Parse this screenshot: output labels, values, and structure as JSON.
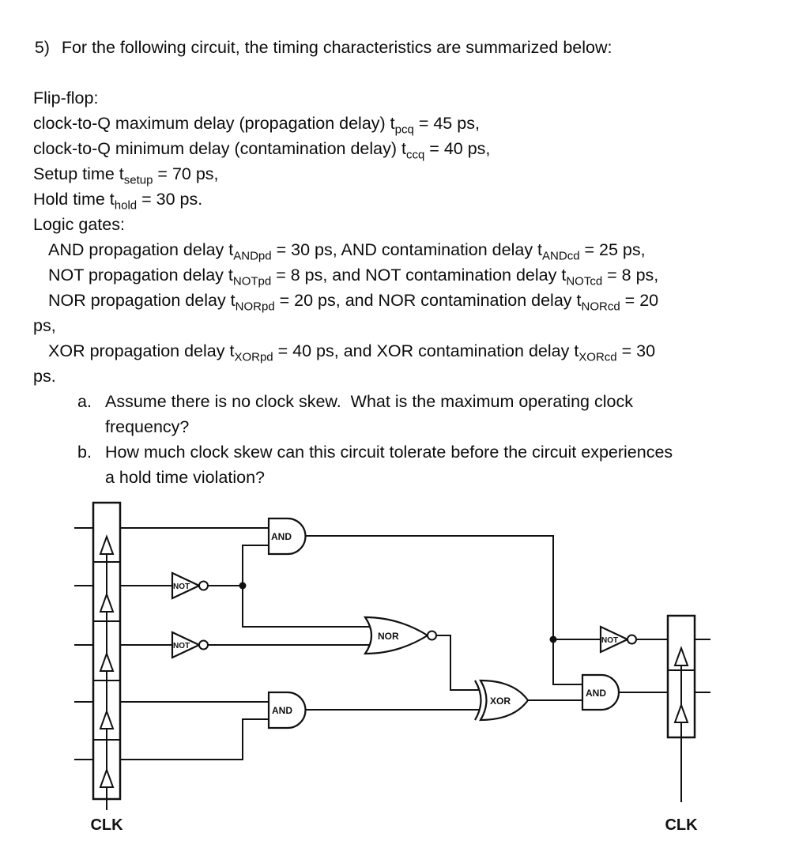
{
  "problem": {
    "number": "5)",
    "intro": "For the following circuit, the timing characteristics are summarized below:",
    "lines": [
      {
        "indent": 0,
        "segments": [
          {
            "t": "Flip-flop:"
          }
        ]
      },
      {
        "indent": 0,
        "segments": [
          {
            "t": "clock-to-Q maximum delay (propagation delay) t"
          },
          {
            "t": "pcq",
            "sub": true
          },
          {
            "t": " = 45 ps,"
          }
        ]
      },
      {
        "indent": 0,
        "segments": [
          {
            "t": "clock-to-Q minimum delay (contamination delay) t"
          },
          {
            "t": "ccq",
            "sub": true
          },
          {
            "t": " = 40 ps,"
          }
        ]
      },
      {
        "indent": 0,
        "segments": [
          {
            "t": "Setup time t"
          },
          {
            "t": "setup",
            "sub": true
          },
          {
            "t": " = 70 ps,"
          }
        ]
      },
      {
        "indent": 0,
        "segments": [
          {
            "t": "Hold time t"
          },
          {
            "t": "hold",
            "sub": true
          },
          {
            "t": " = 30 ps."
          }
        ]
      },
      {
        "indent": 0,
        "segments": [
          {
            "t": "Logic gates:"
          }
        ]
      },
      {
        "indent": 1,
        "segments": [
          {
            "t": "AND propagation delay t"
          },
          {
            "t": "ANDpd",
            "sub": true
          },
          {
            "t": " = 30 ps, AND contamination delay t"
          },
          {
            "t": "ANDcd",
            "sub": true
          },
          {
            "t": " = 25 ps,"
          }
        ]
      },
      {
        "indent": 1,
        "segments": [
          {
            "t": "NOT propagation delay t"
          },
          {
            "t": "NOTpd",
            "sub": true
          },
          {
            "t": " = 8 ps, and NOT contamination delay t"
          },
          {
            "t": "NOTcd",
            "sub": true
          },
          {
            "t": " = 8 ps,"
          }
        ]
      },
      {
        "indent": 1,
        "segments": [
          {
            "t": "NOR propagation delay t"
          },
          {
            "t": "NORpd",
            "sub": true
          },
          {
            "t": " = 20 ps, and NOR contamination delay t"
          },
          {
            "t": "NORcd",
            "sub": true
          },
          {
            "t": " = 20"
          }
        ]
      },
      {
        "indent": 0,
        "segments": [
          {
            "t": "ps,"
          }
        ]
      },
      {
        "indent": 1,
        "segments": [
          {
            "t": "XOR propagation delay t"
          },
          {
            "t": "XORpd",
            "sub": true
          },
          {
            "t": " = 40 ps, and XOR contamination delay t"
          },
          {
            "t": "XORcd",
            "sub": true
          },
          {
            "t": " = 30"
          }
        ]
      },
      {
        "indent": 0,
        "segments": [
          {
            "t": "ps."
          }
        ]
      }
    ],
    "items": [
      {
        "marker": "a.",
        "lines": [
          "Assume there is no clock skew.  What is the maximum operating clock",
          "frequency?"
        ]
      },
      {
        "marker": "b.",
        "lines": [
          "How much clock skew can this circuit tolerate before the circuit experiences",
          "a hold time violation?"
        ]
      }
    ]
  },
  "circuit": {
    "labels": {
      "and1": "AND",
      "not1": "NOT",
      "not2": "NOT",
      "nor1": "NOR",
      "and2": "AND",
      "xor1": "XOR",
      "and3": "AND",
      "not3": "NOT",
      "clk_left": "CLK",
      "clk_right": "CLK"
    }
  }
}
